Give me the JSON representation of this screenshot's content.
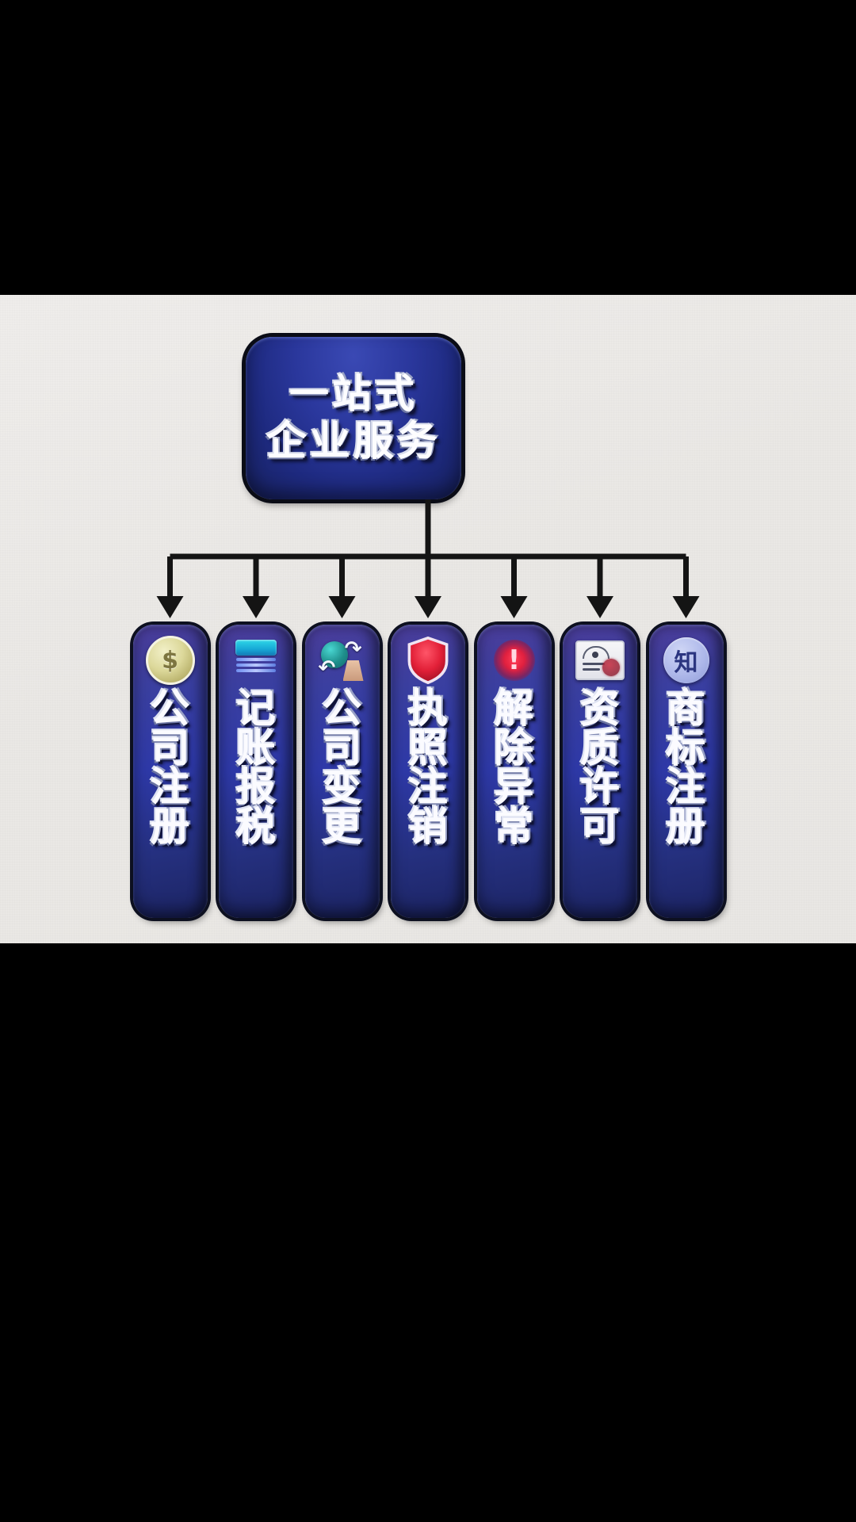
{
  "canvas": {
    "background_color": "#eceae8",
    "letterbox_color": "#000000",
    "accent_blue": "#2e39a8",
    "node_outline": "#0d1020"
  },
  "header": {
    "line1": "一站式",
    "line2": "企业服务",
    "box_color": "#2a379c"
  },
  "connector": {
    "color": "#141414",
    "branch_count": 7
  },
  "services": [
    {
      "id": "company-registration",
      "label": "公司注册",
      "chars": [
        "公",
        "司",
        "注",
        "册"
      ],
      "icon": "gold-coin-icon",
      "icon_symbol": "$",
      "icon_color": "#d8d398"
    },
    {
      "id": "bookkeeping-tax",
      "label": "记账报税",
      "chars": [
        "记",
        "账",
        "报",
        "税"
      ],
      "icon": "ledger-book-icon",
      "icon_symbol": "",
      "icon_color": "#17a8d6"
    },
    {
      "id": "company-change",
      "label": "公司变更",
      "chars": [
        "公",
        "司",
        "变",
        "更"
      ],
      "icon": "exchange-globe-icon",
      "icon_symbol": "↻",
      "icon_color": "#1f8f8c"
    },
    {
      "id": "license-cancellation",
      "label": "执照注销",
      "chars": [
        "执",
        "照",
        "注",
        "销"
      ],
      "icon": "red-shield-icon",
      "icon_symbol": "",
      "icon_color": "#e0203f"
    },
    {
      "id": "abnormality-removal",
      "label": "解除异常",
      "chars": [
        "解",
        "除",
        "异",
        "常"
      ],
      "icon": "red-exclamation-icon",
      "icon_symbol": "!",
      "icon_color": "#e0203f"
    },
    {
      "id": "qualification-permit",
      "label": "资质许可",
      "chars": [
        "资",
        "质",
        "许",
        "可"
      ],
      "icon": "certificate-icon",
      "icon_symbol": "",
      "icon_color": "#e2e3ea"
    },
    {
      "id": "trademark-registration",
      "label": "商标注册",
      "chars": [
        "商",
        "标",
        "注",
        "册"
      ],
      "icon": "zhi-badge-icon",
      "icon_symbol": "知",
      "icon_color": "#aeb8ea"
    }
  ]
}
